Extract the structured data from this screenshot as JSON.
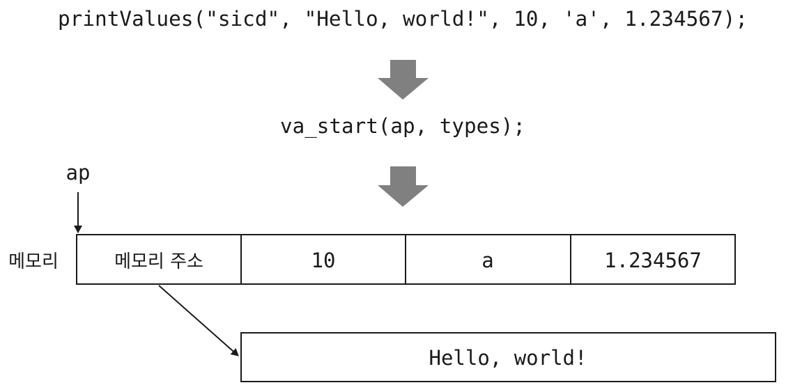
{
  "code": {
    "call": "printValues(\"sicd\", \"Hello, world!\", 10, 'a', 1.234567);",
    "va_start": "va_start(ap, types);"
  },
  "pointer": {
    "label": "ap"
  },
  "memory": {
    "label": "메모리",
    "cells": [
      "메모리 주소",
      "10",
      "a",
      "1.234567"
    ]
  },
  "string_box": {
    "text": "Hello, world!"
  },
  "colors": {
    "arrow_fill": "#808080",
    "line": "#1a1a1a",
    "text": "#1a1a1a"
  }
}
